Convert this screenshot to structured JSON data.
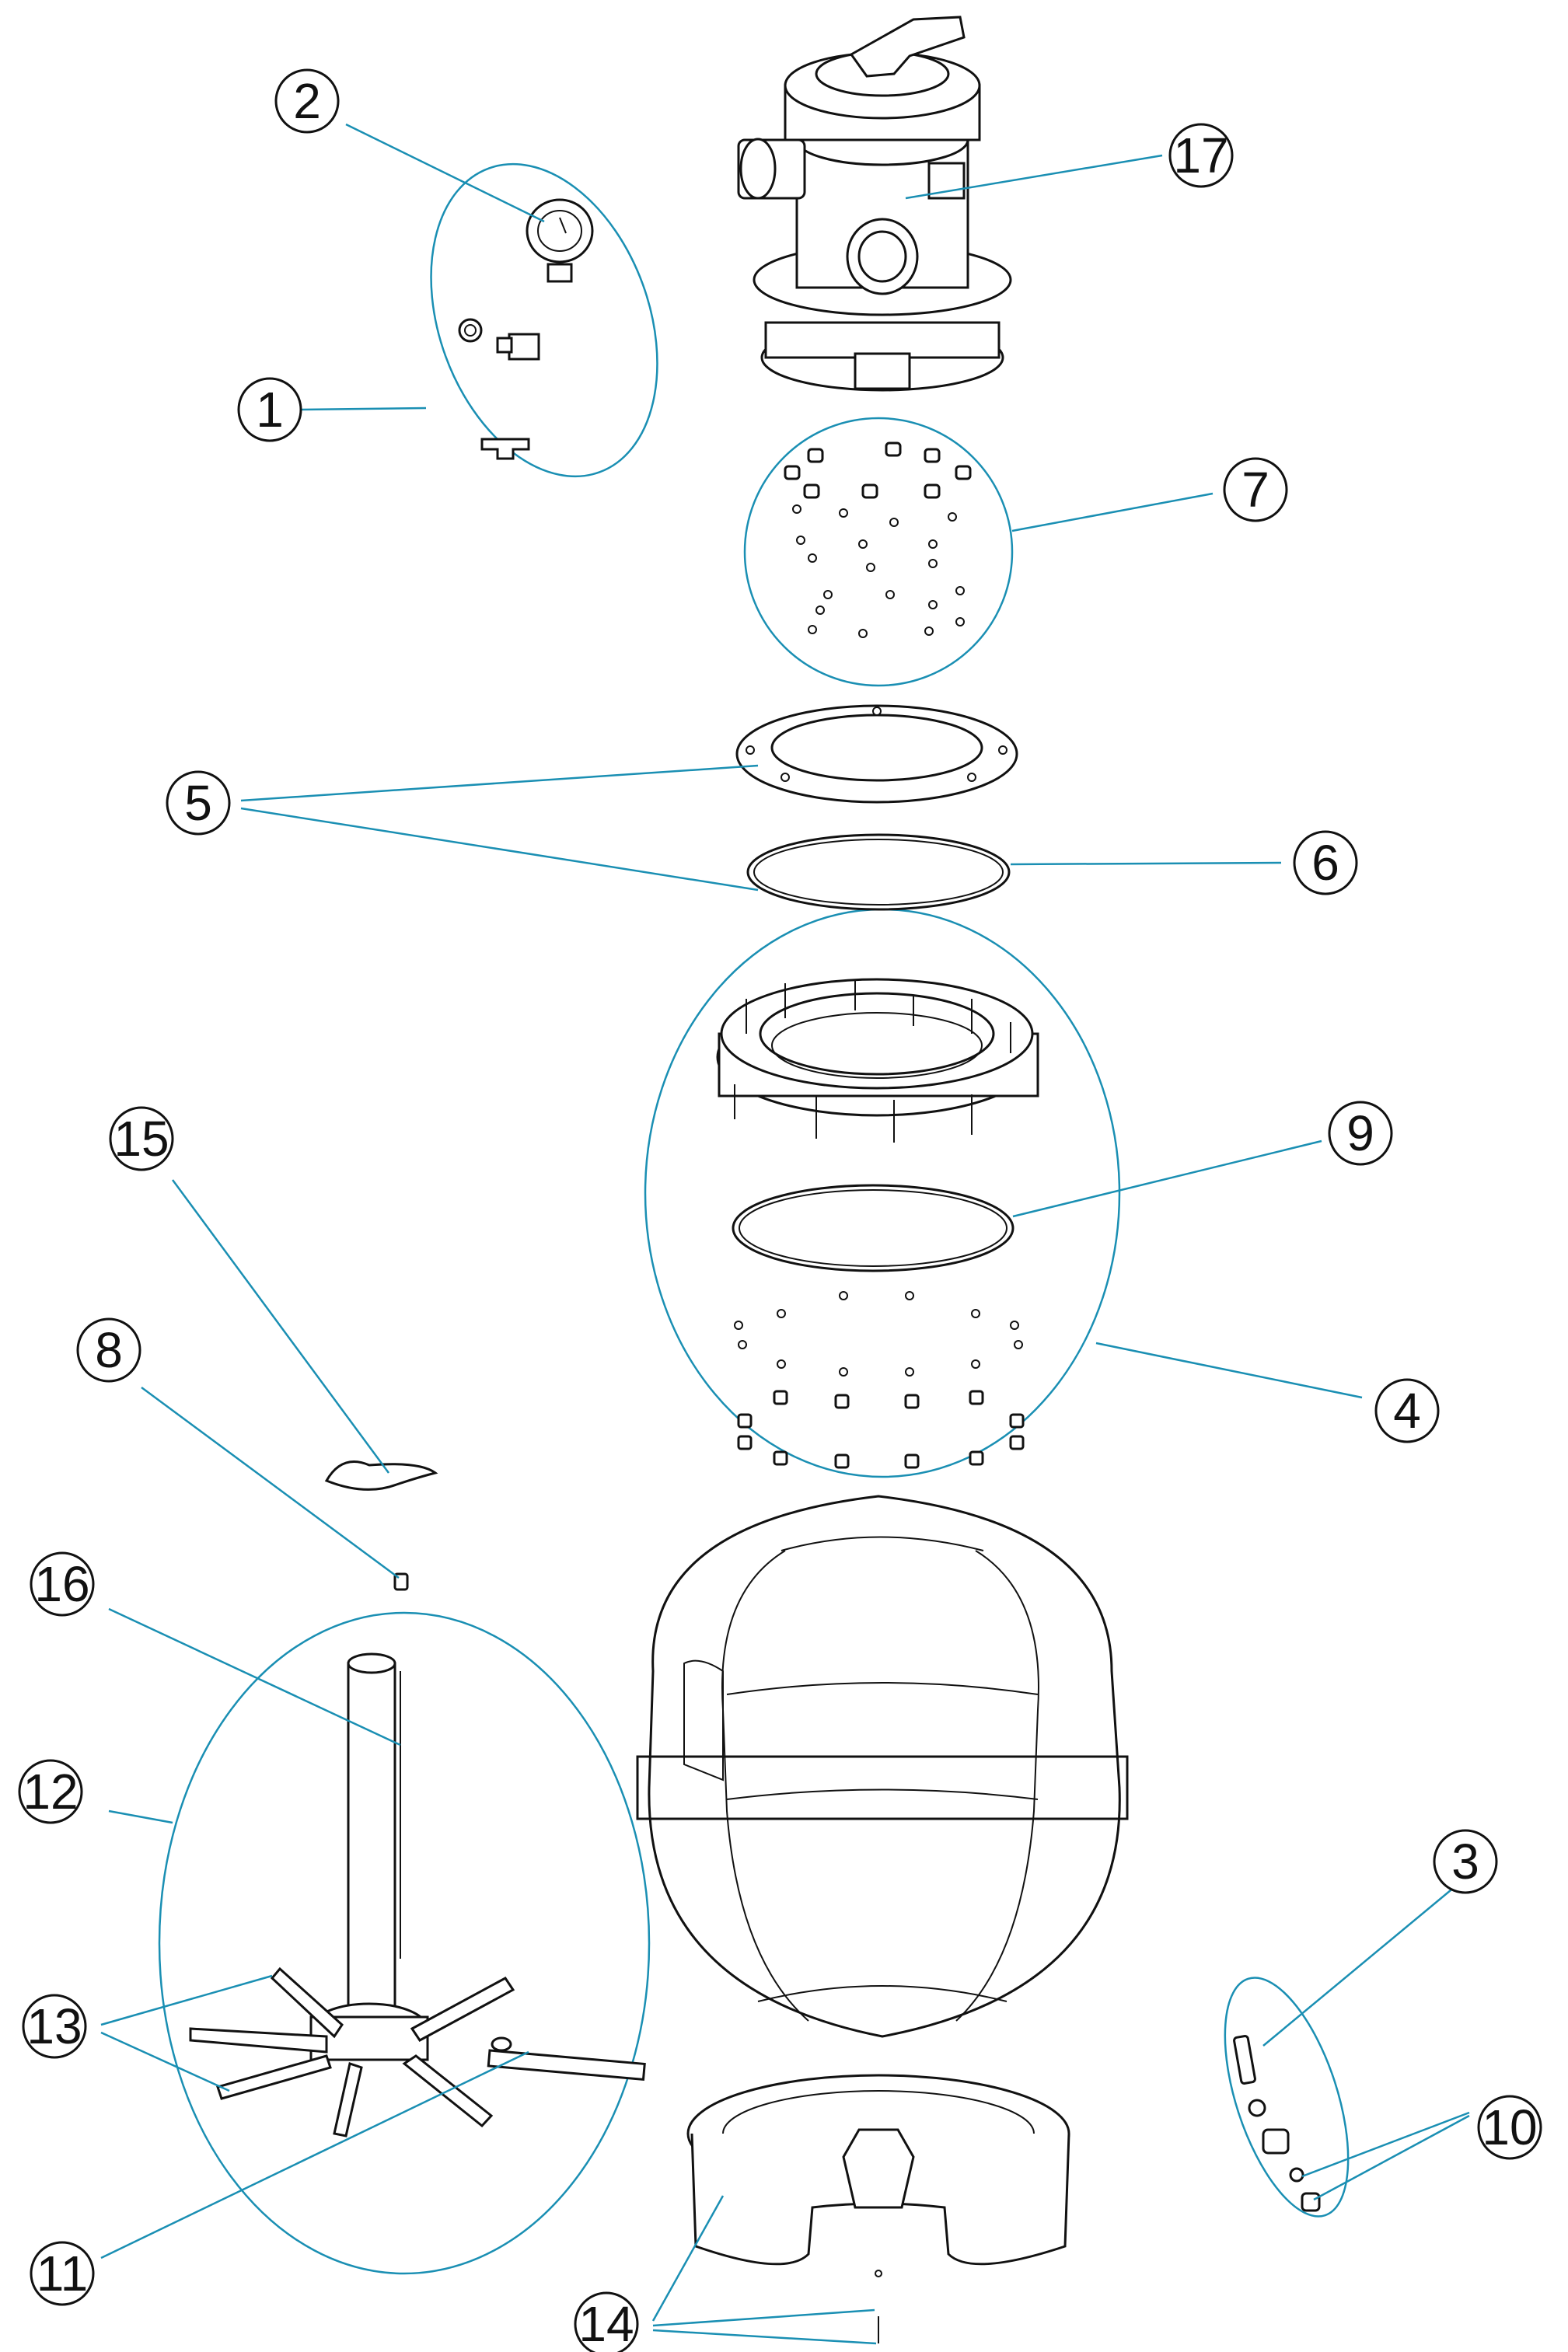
{
  "callouts": [
    {
      "label": "1"
    },
    {
      "label": "2"
    },
    {
      "label": "3"
    },
    {
      "label": "4"
    },
    {
      "label": "5"
    },
    {
      "label": "6"
    },
    {
      "label": "7"
    },
    {
      "label": "8"
    },
    {
      "label": "9"
    },
    {
      "label": "10"
    },
    {
      "label": "11"
    },
    {
      "label": "12"
    },
    {
      "label": "13"
    },
    {
      "label": "14"
    },
    {
      "label": "15"
    },
    {
      "label": "16"
    },
    {
      "label": "17"
    }
  ],
  "colors": {
    "leader": "#1a8fb3",
    "line": "#111111",
    "background": "#ffffff"
  }
}
